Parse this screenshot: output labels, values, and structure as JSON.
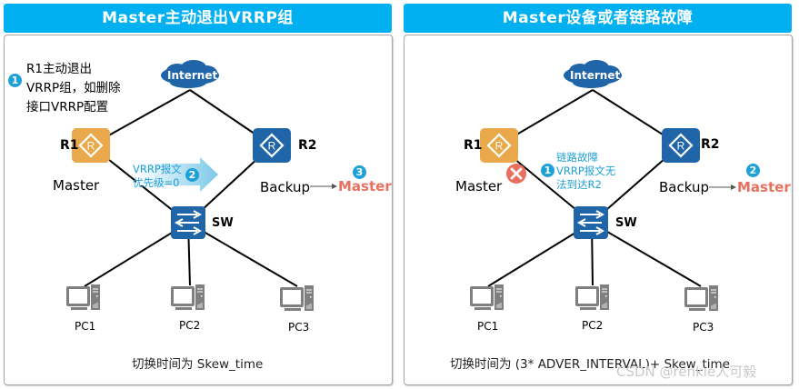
{
  "left_panel": {
    "title": "Master主动退出VRRP组",
    "step1_number": "1",
    "step1_text_line1": "R1主动退出",
    "step1_text_line2": "VRRP组，如删除",
    "step1_text_line3": "接口VRRP配置",
    "internet_label": "Internet",
    "r1_label": "R1",
    "r1_role": "Master",
    "r2_label": "R2",
    "r2_role": "Backup",
    "arrow_step_number": "2",
    "vrrp_msg_line1": "VRRP报文",
    "vrrp_msg_line2": "优先级=0",
    "step3_number": "3",
    "r2_new_role": "Master",
    "switch_label": "SW",
    "pcs": [
      "PC1",
      "PC2",
      "PC3"
    ],
    "footer": "切换时间为 Skew_time"
  },
  "right_panel": {
    "title": "Master设备或者链路故障",
    "internet_label": "Internet",
    "r1_label": "R1",
    "r1_role": "Master",
    "r2_label": "R2",
    "r2_role": "Backup",
    "step1_number": "1",
    "fault_line1": "链路故障",
    "fault_line2": "VRRP报文无",
    "fault_line3": "法到达R2",
    "step2_number": "2",
    "r2_new_role": "Master",
    "switch_label": "SW",
    "pcs": [
      "PC1",
      "PC2",
      "PC3"
    ],
    "footer": "切换时间为 (3* ADVER_INTERVAL)+ Skew_time"
  },
  "watermark": "CSDN @renkie人可毅",
  "colors": {
    "title_bar": "#00b0f0",
    "master_router": "#e9a94b",
    "backup_router": "#1f65a8",
    "switch": "#1f65a8",
    "cloud": "#1f65a8",
    "step_badge": "#1ea0d8",
    "new_master_text": "#e8705e",
    "fault_mark": "#e8705e"
  }
}
